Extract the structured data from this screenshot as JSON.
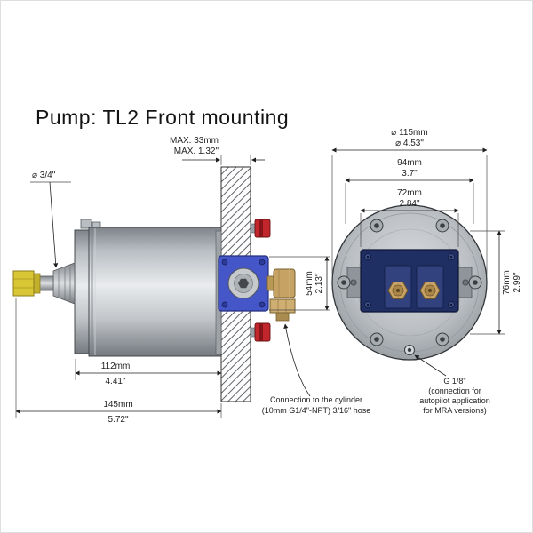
{
  "title": "Pump: TL2 Front mounting",
  "side_view": {
    "shaft_diameter": "⌀ 3/4\"",
    "wall_max_mm": "MAX. 33mm",
    "wall_max_in": "MAX. 1.32\"",
    "block_height_mm": "54mm",
    "block_height_in": "2.13\"",
    "body_length_mm": "112mm",
    "body_length_in": "4.41\"",
    "overall_length_mm": "145mm",
    "overall_length_in": "5.72\""
  },
  "front_view": {
    "flange_diameter_mm": "⌀ 115mm",
    "flange_diameter_in": "⌀ 4.53\"",
    "bolt_circle_mm": "94mm",
    "bolt_circle_in": "3.7\"",
    "plate_width_mm": "72mm",
    "plate_width_in": "2.84\"",
    "plate_height_mm": "76mm",
    "plate_height_in": "2.99\""
  },
  "notes": {
    "cylinder_connection": [
      "Connection to the cylinder",
      "(10mm G1/4\"-NPT) 3/16\" hose"
    ],
    "autopilot_connection": [
      "G 1/8\"",
      "(connection for",
      "autopilot application",
      "for MRA versions)"
    ]
  },
  "colors": {
    "pump_body_gray": "#b9bec3",
    "mount_block_blue": "#4556c8",
    "plate_navy": "#1f2f63",
    "fitting_brass": "#c6a265",
    "bleed_valve_red": "#c2262c",
    "shaft_nut_yellow": "#d9c634"
  }
}
